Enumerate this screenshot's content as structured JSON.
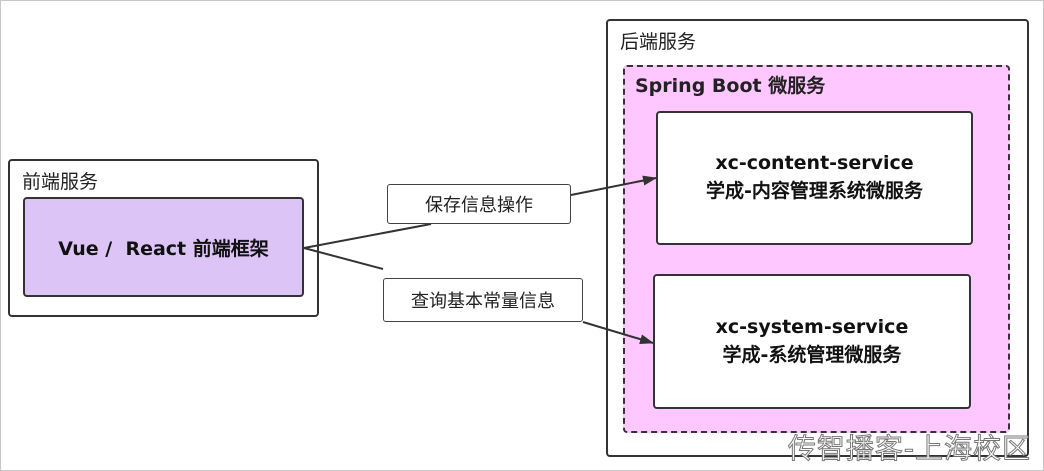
{
  "frontend": {
    "group_title": "前端服务",
    "app_label": "Vue /  React 前端框架"
  },
  "backend": {
    "group_title": "后端服务",
    "spring_title": "Spring Boot 微服务",
    "services": [
      {
        "name": "xc-content-service",
        "desc": "学成-内容管理系统微服务"
      },
      {
        "name": "xc-system-service",
        "desc": "学成-系统管理微服务"
      }
    ]
  },
  "edges": {
    "save_label": "保存信息操作",
    "query_label": "查询基本常量信息"
  },
  "watermark": "传智播客-上海校区",
  "colors": {
    "front_fill": "#ddc4f7",
    "spring_fill": "#ffc7ff",
    "stroke": "#333333"
  }
}
